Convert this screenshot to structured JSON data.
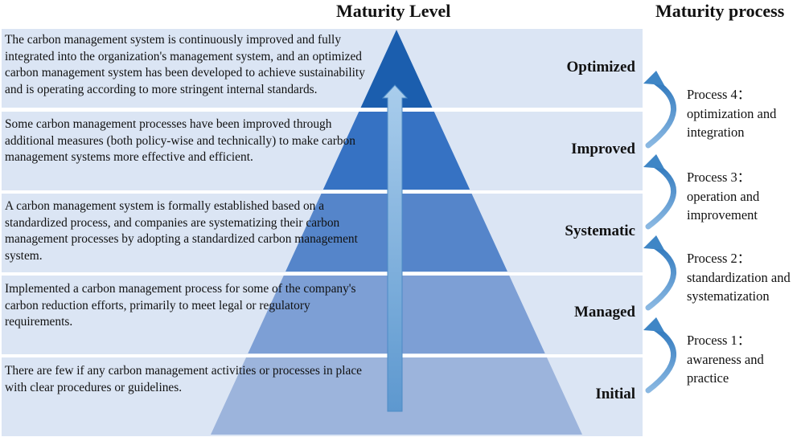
{
  "headers": {
    "maturity_level": "Maturity Level",
    "maturity_process": "Maturity process"
  },
  "levels": [
    {
      "name": "Optimized",
      "description": "The carbon management system is continuously improved and fully integrated into the organization's management system, and an optimized carbon management system has been developed to achieve sustainability and is operating according to more stringent internal standards.",
      "color": "#1b5eae"
    },
    {
      "name": "Improved",
      "description": "Some carbon management processes have been improved through additional measures (both policy-wise and technically) to make carbon management systems more effective and efficient.",
      "color": "#3672c3"
    },
    {
      "name": "Systematic",
      "description": "A carbon management system is formally established based on a standardized process, and companies are systematizing their carbon management processes by adopting a standardized carbon management system.",
      "color": "#5585ca"
    },
    {
      "name": "Managed",
      "description": "Implemented a carbon management process for some of the company's carbon reduction efforts, primarily to meet legal or regulatory requirements.",
      "color": "#7d9fd5"
    },
    {
      "name": "Initial",
      "description": "There are few if any carbon management activities or processes in place with clear procedures or guidelines.",
      "color": "#9cb4dc"
    }
  ],
  "processes": [
    {
      "label": "Process 4：optimization and integration"
    },
    {
      "label": "Process 3：operation and improvement"
    },
    {
      "label": "Process 2：standardization and systematization"
    },
    {
      "label": "Process 1：awareness and practice"
    }
  ],
  "colors": {
    "band": "#dbe5f4",
    "arrow": "#6fa6d8",
    "curve_arrow": "#3f86c6"
  }
}
